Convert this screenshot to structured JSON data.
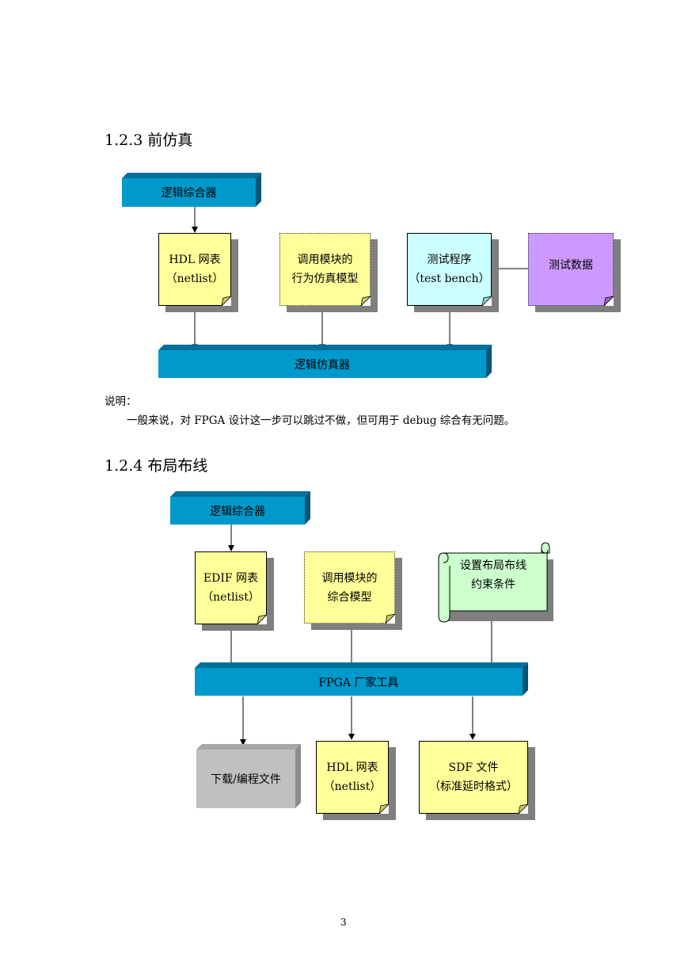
{
  "section1": {
    "heading": "1.2.3  前仿真",
    "synth": "逻辑综合器",
    "hdl_line1": "HDL 网表",
    "hdl_line2": "（netlist）",
    "model_line1": "调用模块的",
    "model_line2": "行为仿真模型",
    "bench_line1": "测试程序",
    "bench_line2": "（test bench）",
    "testdata": "测试数据",
    "simulator": "逻辑仿真器"
  },
  "note": {
    "label": "说明：",
    "text": "一般来说，对 FPGA 设计这一步可以跳过不做，但可用于 debug 综合有无问题。"
  },
  "section2": {
    "heading": "1.2.4  布局布线",
    "synth": "逻辑综合器",
    "edif_line1": "EDIF 网表",
    "edif_line2": "（netlist）",
    "model_line1": "调用模块的",
    "model_line2": "综合模型",
    "constraint_line1": "设置布局布线",
    "constraint_line2": "约束条件",
    "vendor_tool": "FPGA 厂家工具",
    "download": "下载/编程文件",
    "hdl_line1": "HDL 网表",
    "hdl_line2": "（netlist）",
    "sdf_line1": "SDF 文件",
    "sdf_line2": "（标准延时格式）"
  },
  "page_number": "3",
  "colors": {
    "bar_blue": "#0099cc",
    "note_yellow": "#ffff99",
    "note_cyan": "#ccffff",
    "note_purple": "#cc99ff",
    "note_green": "#ccffcc",
    "file_gray": "#c0c0c0"
  }
}
